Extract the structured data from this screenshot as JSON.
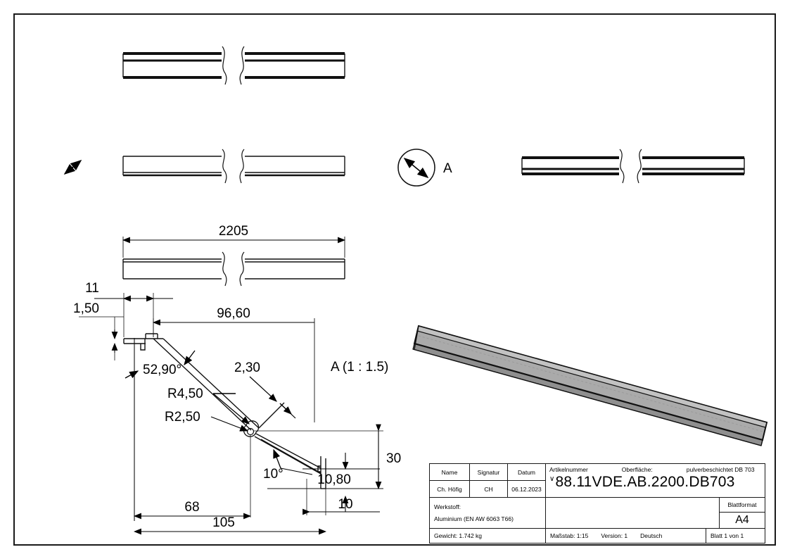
{
  "sheet": {
    "views": {
      "detail_callout_label": "A",
      "detail_view_label": "A (1 : 1.5)"
    },
    "dimensions": {
      "length": "2205",
      "d_11": "11",
      "d_150": "1,50",
      "d_9660": "96,60",
      "angle_5290": "52,90°",
      "d_230": "2,30",
      "r_450": "R4,50",
      "r_250": "R2,50",
      "angle_10": "10°",
      "d_1080": "10,80",
      "d_30": "30",
      "d_10": "10",
      "d_68": "68",
      "d_105": "105"
    }
  },
  "titleblock": {
    "headers": {
      "name": "Name",
      "signatur": "Signatur",
      "datum": "Datum"
    },
    "values": {
      "name": "Ch. Höfig",
      "signatur": "CH",
      "datum": "06.12.2023"
    },
    "article": {
      "label": "Artikelnummer",
      "surface_label": "Oberfläche:",
      "surface_value": "pulverbeschichtet DB 703",
      "symbol": "∨",
      "number": "88.11VDE.AB.2200.DB703"
    },
    "material": {
      "label": "Werkstoff:",
      "value": "Aluminium (EN AW 6063 T66)"
    },
    "sheetformat": {
      "label": "Blattformat",
      "value": "A4"
    },
    "weight": "Gewicht: 1.742 kg",
    "scale": "Maßstab: 1:15",
    "version": "Version: 1",
    "language": "Deutsch",
    "page": "Blatt 1 von 1"
  },
  "colors": {
    "line": "#1a1a1a",
    "iso_face": "#a8a8a8",
    "iso_top": "#bdbdbd",
    "iso_edge": "#111111"
  }
}
